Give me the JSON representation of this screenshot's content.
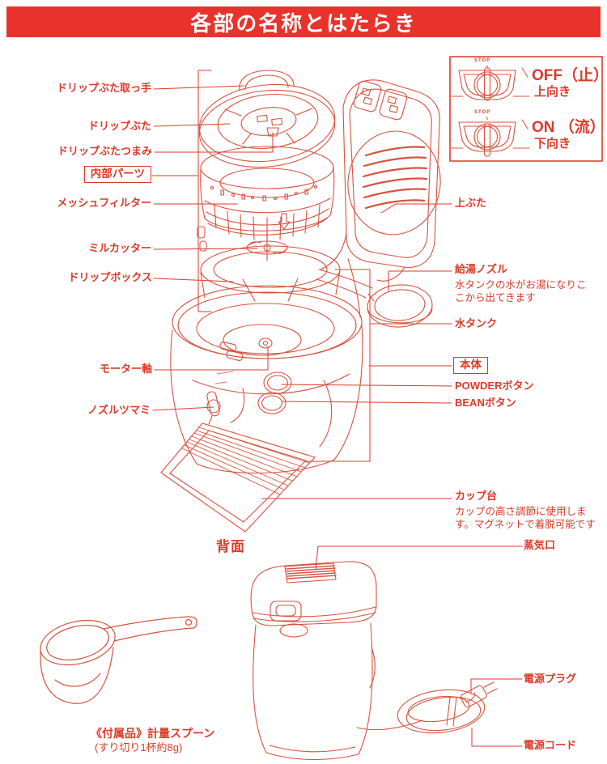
{
  "title": "各部の名称とはたらき",
  "legend": {
    "stop": "STOP",
    "off_label": "OFF（止）",
    "off_sub": "上向き",
    "on_label": "ON （流）",
    "on_sub": "下向き"
  },
  "left_labels": {
    "drip_lid_handle": "ドリップぶた取っ手",
    "drip_lid": "ドリップぶた",
    "drip_lid_knob": "ドリップぶたつまみ",
    "internal_parts": "内部パーツ",
    "mesh_filter": "メッシュフィルター",
    "mill_cutter": "ミルカッター",
    "drip_box": "ドリップボックス",
    "motor_shaft": "モーター軸",
    "nozzle_knob": "ノズルツマミ"
  },
  "right_labels": {
    "top_lid": "上ぶた",
    "hot_water_nozzle": "給湯ノズル",
    "hot_water_nozzle_desc_line1": "水タンクの水がお湯になりこ",
    "hot_water_nozzle_desc_line2": "こから出てきます",
    "water_tank": "水タンク",
    "main_body": "本体",
    "powder_button": "POWDERボタン",
    "bean_button": "BEANボタン",
    "cup_stand": "カップ台",
    "cup_stand_desc_line1": "カップの高さ調節に使用しま",
    "cup_stand_desc_line2": "す。マグネットで着脱可能です",
    "steam_vent": "蒸気口",
    "power_plug": "電源プラグ",
    "power_cord": "電源コード"
  },
  "rear_section": {
    "heading": "背面"
  },
  "accessory": {
    "name": "《付属品》計量スプーン",
    "note": "(すり切り1杯約8g)"
  },
  "colors": {
    "banner_red": "#e8332c",
    "label_text_red": "#dc3a28",
    "line_art_red": "#d8523f",
    "background": "#ffffff"
  }
}
